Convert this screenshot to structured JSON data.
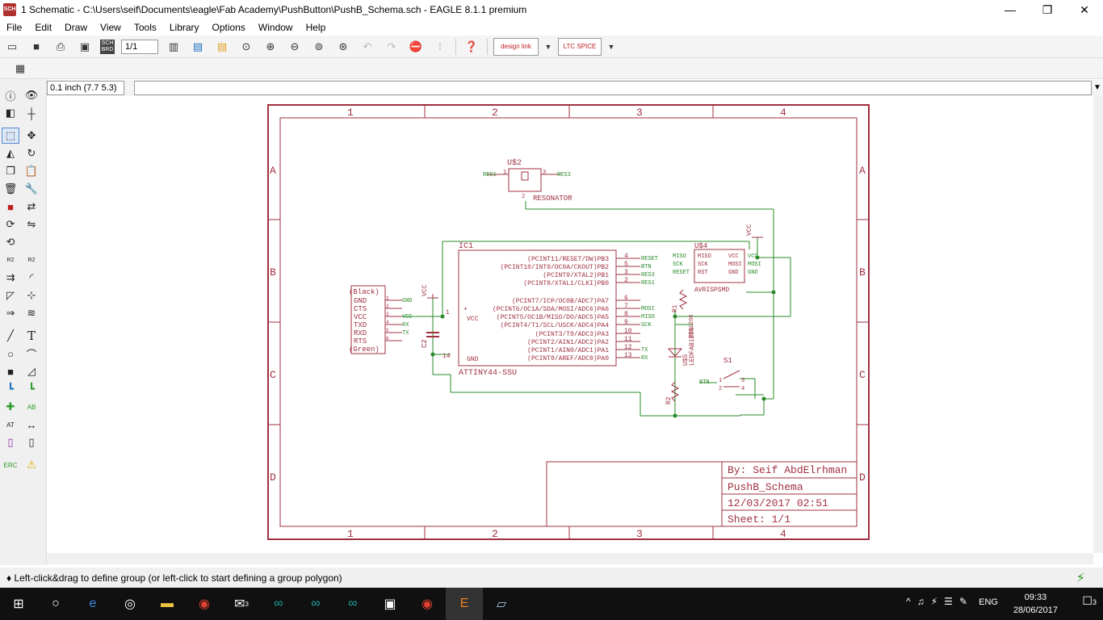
{
  "window": {
    "title": "1 Schematic - C:\\Users\\seif\\Documents\\eagle\\Fab Academy\\PushButton\\PushB_Schema.sch - EAGLE 8.1.1 premium",
    "app_icon": "SCH",
    "minimize": "—",
    "restore": "❐",
    "close": "✕"
  },
  "menu": [
    "File",
    "Edit",
    "Draw",
    "View",
    "Tools",
    "Library",
    "Options",
    "Window",
    "Help"
  ],
  "toolbar": {
    "sheet_select": "1/1",
    "design_link": "design link",
    "ltc_spice": "LTC SPICE",
    "sch_brd": "SCH BRD"
  },
  "command": {
    "coordinate": "0.1 inch (7.7 5.3)"
  },
  "status": {
    "message": "♦ Left-click&drag to define group (or left-click to start defining a group polygon)"
  },
  "taskbar": {
    "lang": "ENG",
    "time": "09:33",
    "date": "28/06/2017",
    "notifications": "3",
    "mail_badge": "3"
  },
  "schematic": {
    "frame": {
      "cols": [
        "1",
        "2",
        "3",
        "4"
      ],
      "rows": [
        "A",
        "B",
        "C",
        "D"
      ]
    },
    "title_block": {
      "author": "By: Seif AbdElrhman",
      "name": "PushB_Schema",
      "date": "12/03/2017 02:51",
      "sheet": "Sheet: 1/1"
    },
    "resonator": {
      "ref": "U$2",
      "value": "RESONATOR",
      "pin1_net": "RES1",
      "pin3_net": "RES3",
      "pin1": "1",
      "pin3": "3",
      "pin2": "2"
    },
    "ic1": {
      "ref": "IC1",
      "value": "ATTINY44-SSU",
      "pins_right": [
        {
          "name": "(PCINT11/RESET/DW)PB3",
          "num": "4",
          "net": "RESET"
        },
        {
          "name": "(PCINT10/INT0/OC0A/CKOUT)PB2",
          "num": "5",
          "net": "BTN"
        },
        {
          "name": "(PCINT9/XTAL2)PB1",
          "num": "3",
          "net": "RES3"
        },
        {
          "name": "(PCINT8/XTAL1/CLKI)PB0",
          "num": "2",
          "net": "RES1"
        },
        {
          "name": "(PCINT7/ICP/OC0B/ADC7)PA7",
          "num": "6",
          "net": ""
        },
        {
          "name": "(PCINT6/OC1A/SDA/MOSI/ADC6)PA6",
          "num": "7",
          "net": "MOSI"
        },
        {
          "name": "(PCINT5/OC1B/MISO/DO/ADC5)PA5",
          "num": "8",
          "net": "MISO"
        },
        {
          "name": "(PCINT4/T1/SCL/USCK/ADC4)PA4",
          "num": "9",
          "net": "SCK"
        },
        {
          "name": "(PCINT3/T0/ADC3)PA3",
          "num": "10",
          "net": ""
        },
        {
          "name": "(PCINT2/AIN1/ADC2)PA2",
          "num": "11",
          "net": ""
        },
        {
          "name": "(PCINT1/AIN0/ADC1)PA1",
          "num": "12",
          "net": "TX"
        },
        {
          "name": "(PCINT0/AREF/ADC0)PA0",
          "num": "13",
          "net": "RX"
        }
      ],
      "vcc_label": "VCC",
      "vcc_pin": "1",
      "gnd_label": "GND",
      "gnd_pin": "14",
      "plus": "+"
    },
    "ftdi": {
      "top": "(Black)",
      "bottom": "(Green)",
      "pins": [
        "GND",
        "CTS",
        "VCC",
        "TXD",
        "RXD",
        "RTS"
      ],
      "nums": [
        "1",
        "2",
        "3",
        "4",
        "5",
        "6"
      ],
      "nets": [
        "GND",
        "",
        "VCC",
        "RX",
        "TX",
        ""
      ]
    },
    "avrisp": {
      "ref": "U$4",
      "value": "AVRISPSMD",
      "left_pins": [
        "MISO",
        "SCK",
        "RST"
      ],
      "right_pins": [
        "VCC",
        "MOSI",
        "GND"
      ],
      "left_nets": [
        "MISO",
        "SCK",
        "RESET"
      ],
      "right_nets": [
        "VCC",
        "MOSI",
        "GND"
      ]
    },
    "vcc_supply": "VCC",
    "c2": "C2",
    "r1": "R1",
    "r2": "R2",
    "led_ref": "U$5",
    "led_value": "LEDFAB1206",
    "r1_value": "RES1206",
    "switch": {
      "ref": "S1",
      "net": "BTN",
      "pins": [
        "1",
        "2",
        "3",
        "4"
      ]
    }
  }
}
